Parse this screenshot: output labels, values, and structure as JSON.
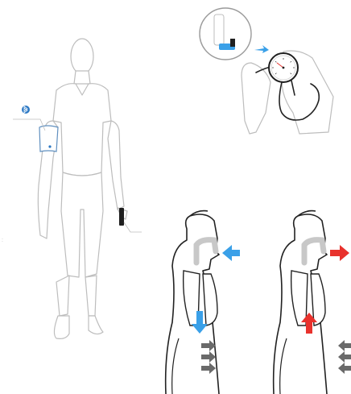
{
  "colors": {
    "inhale_arrow": "#3aa0e8",
    "exhale_arrow": "#e8322d",
    "airway": "#c8c8c8",
    "body_outline": "#bdbdbd",
    "device_dark": "#1f1f1f",
    "muscle_arrows": "#6a6a6a",
    "bluetooth_badge": "#2c78c4"
  },
  "icons": {
    "bluetooth_badge": "bluetooth-icon",
    "breath_in": "arrow-left-icon",
    "breath_out": "arrow-right-icon",
    "diaphragm_down": "arrow-down-icon",
    "diaphragm_up": "arrow-up-icon"
  },
  "panels": {
    "standing_figure": {
      "upper_arm_cuff": true,
      "handheld_device": true
    },
    "manometer_closeup": {
      "gauge_dial": true,
      "connector_tube": true
    },
    "breathing_inhale": {
      "airflow": "in",
      "diaphragm": "down"
    },
    "breathing_exhale": {
      "airflow": "out",
      "diaphragm": "up"
    }
  }
}
